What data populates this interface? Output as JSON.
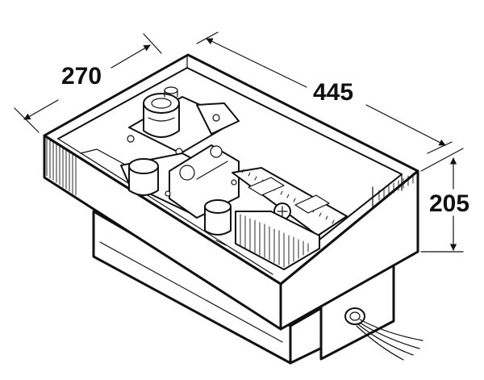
{
  "dimensions": {
    "width_label": "270",
    "length_label": "445",
    "height_label": "205"
  },
  "colors": {
    "line": "#111111",
    "background": "#ffffff"
  }
}
